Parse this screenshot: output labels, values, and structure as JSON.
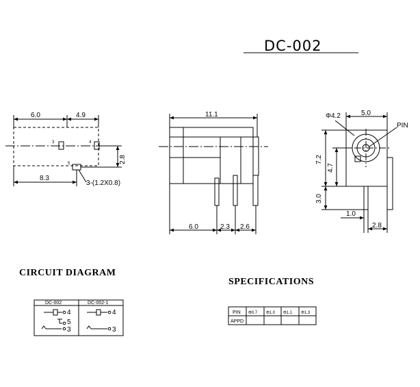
{
  "title": "DC-002",
  "front_view": {
    "dim_top_left": "6.0",
    "dim_top_right": "4.9",
    "dim_bottom": "8.3",
    "dim_right": "2.8",
    "hole_note": "3-(1.2X0.8)",
    "pin_labels": [
      "3",
      "4",
      "5"
    ]
  },
  "side_view": {
    "dim_top": "11.1",
    "dim_bottom": [
      "6.0",
      "2.3",
      "2.6"
    ]
  },
  "end_view": {
    "dim_diameter": "Φ4.2",
    "dim_width": "5.0",
    "pin_label": "PIN",
    "dim_height_total": "7.2",
    "dim_height_center": "4.7",
    "dim_pin_len": "3.0",
    "dim_bottom_a": "1.0",
    "dim_bottom_b": "2.8"
  },
  "circuit_diagram": {
    "heading": "CIRCUIT DIAGRAM",
    "columns": [
      "DC-002",
      "DC-002-1"
    ],
    "left_pins": [
      "4",
      "5",
      "3"
    ],
    "right_pins": [
      "4",
      "3"
    ]
  },
  "specifications": {
    "heading": "SPECIFICATIONS",
    "row_labels": [
      "PIN",
      "APPD"
    ],
    "pin_values": [
      "Φ0.7",
      "Φ1.0",
      "Φ1.1",
      "Φ1.3"
    ]
  }
}
